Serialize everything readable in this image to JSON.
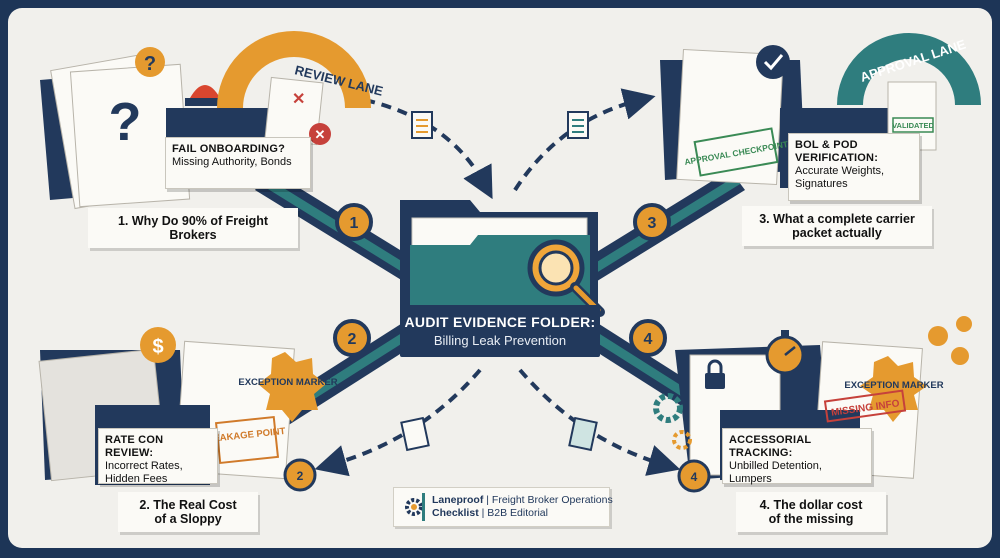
{
  "hub": {
    "title": "AUDIT EVIDENCE FOLDER:",
    "subtitle": "Billing Leak Prevention"
  },
  "lanes": {
    "review": "REVIEW LANE",
    "approval": "APPROVAL LANE"
  },
  "step1": {
    "number": "1",
    "card_title": "FAIL ONBOARDING?",
    "card_body": "Missing Authority, Bonds",
    "caption": "1. Why Do 90% of Freight Brokers"
  },
  "step2": {
    "number": "2",
    "card_title": "RATE CON REVIEW:",
    "card_body_1": "Incorrect Rates,",
    "card_body_2": "Hidden Fees",
    "caption_1": "2. The Real Cost",
    "caption_2": "of a Sloppy",
    "stamp": "LEAKAGE POINT",
    "burst": "EXCEPTION MARKER"
  },
  "step3": {
    "number": "3",
    "card_title_1": "BOL & POD",
    "card_title_2": "VERIFICATION:",
    "card_body_1": "Accurate Weights,",
    "card_body_2": "Signatures",
    "caption_1": "3. What a complete carrier",
    "caption_2": "packet actually",
    "stamp": "APPROVAL CHECKPOINT",
    "tag": "VALIDATED"
  },
  "step4": {
    "number": "4",
    "card_title": "ACCESSORIAL TRACKING:",
    "card_body_1": "Unbilled Detention,",
    "card_body_2": "Lumpers",
    "caption_1": "4. The dollar cost",
    "caption_2": "of the missing",
    "stamp": "MISSING INFO",
    "burst": "EXCEPTION MARKER"
  },
  "footer": {
    "brand": "Laneproof",
    "line1_rest": "Freight Broker Operations",
    "line2_bold": "Checklist",
    "line2_rest": "B2B Editorial"
  },
  "colors": {
    "navy": "#22395c",
    "teal": "#2f7d7e",
    "orange": "#e59a2f",
    "red": "#c6413b",
    "green": "#3a8a55",
    "paper": "#fbfaf6"
  }
}
